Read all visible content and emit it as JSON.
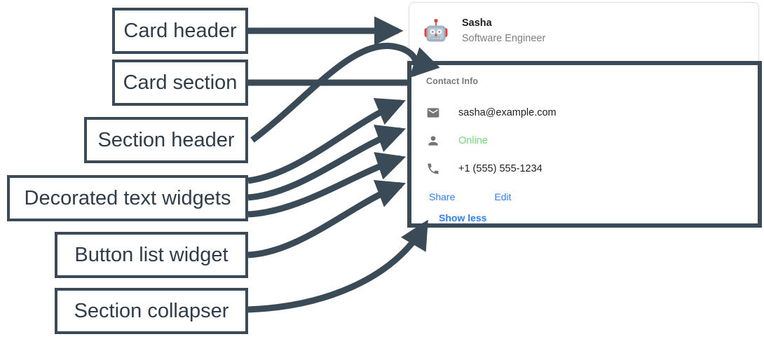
{
  "annotations": [
    {
      "key": "card-header",
      "label": "Card header"
    },
    {
      "key": "card-section",
      "label": "Card section"
    },
    {
      "key": "section-header",
      "label": "Section header"
    },
    {
      "key": "decorated-text",
      "label": "Decorated text widgets"
    },
    {
      "key": "button-list",
      "label": "Button list widget"
    },
    {
      "key": "section-collapser",
      "label": "Section collapser"
    }
  ],
  "card": {
    "header": {
      "avatar_icon": "robot-avatar-icon",
      "title": "Sasha",
      "subtitle": "Software Engineer"
    },
    "section": {
      "header": "Contact Info",
      "rows": [
        {
          "icon": "email-icon",
          "text": "sasha@example.com",
          "kind": "plain"
        },
        {
          "icon": "person-icon",
          "text": "Online",
          "kind": "status"
        },
        {
          "icon": "phone-icon",
          "text": "+1 (555) 555-1234",
          "kind": "plain"
        }
      ],
      "buttons": [
        {
          "label": "Share"
        },
        {
          "label": "Edit"
        }
      ],
      "collapser": {
        "label": "Show less"
      }
    }
  },
  "colors": {
    "annotation_stroke": "#3b4a57",
    "link_blue": "#2d7ff9",
    "status_green": "#71de77",
    "muted_gray": "#7a7a7a",
    "card_border": "#dcdcdc"
  }
}
